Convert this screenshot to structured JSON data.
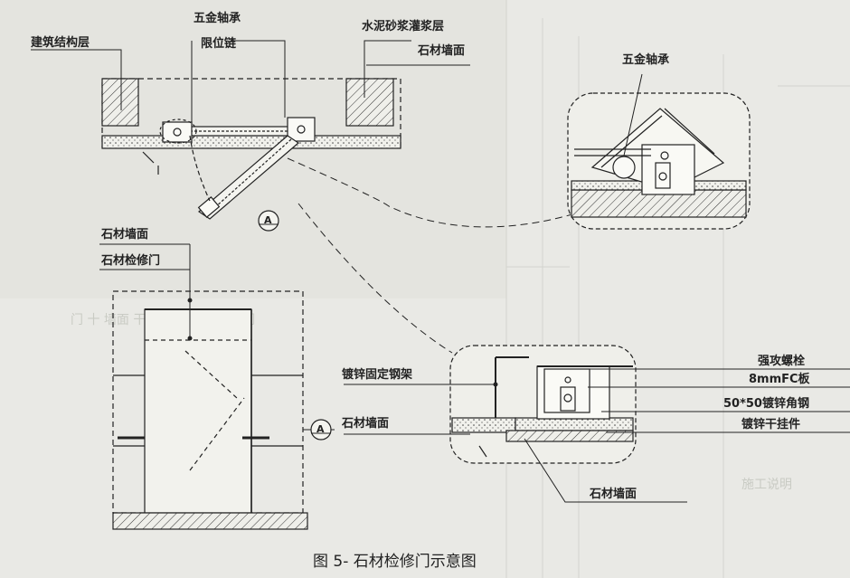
{
  "caption": "图 5- 石材检修门示意图",
  "plan_labels": {
    "structure_layer": "建筑结构层",
    "hinge_top": "五金轴承",
    "limit_chain": "限位链",
    "mortar_layer": "水泥砂浆灌浆层",
    "stone_face_top": "石材墙面",
    "section_mark": "A"
  },
  "detail_top": {
    "hinge": "五金轴承"
  },
  "elevation_labels": {
    "stone_face": "石材墙面",
    "access_door": "石材检修门",
    "section_mark": "A"
  },
  "detail_bottom": {
    "steel_frame": "镀锌固定钢架",
    "stone_face_left": "石材墙面",
    "stone_face_bottom": "石材墙面",
    "screw": "强攻螺栓",
    "fc_board": "8mmFC板",
    "angle_steel": "50*50镀锌角钢",
    "hanger": "镀锌干挂件"
  },
  "background_text": {
    "line1": "门 十 墙面 干挂人 墙一体 检修门",
    "line2": "施工说明"
  },
  "colors": {
    "ink": "#222222",
    "paper": "#e9e9e5",
    "ghost": "#c9cbc4"
  }
}
